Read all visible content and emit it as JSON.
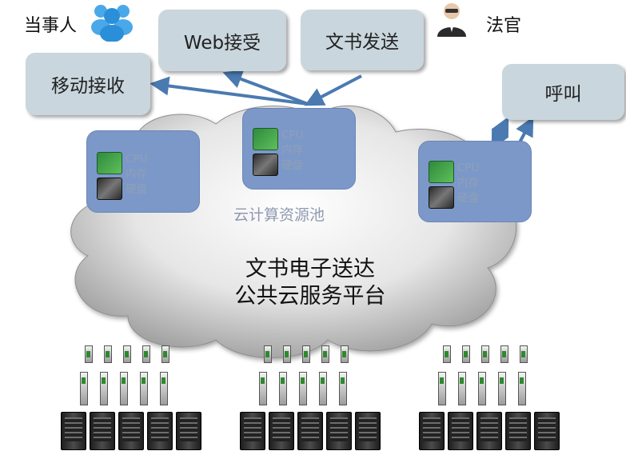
{
  "roles": {
    "party_label": "当事人",
    "judge_label": "法官"
  },
  "services": {
    "mobile": "移动接收",
    "web": "Web接受",
    "document": "文书发送",
    "call": "呼叫"
  },
  "pool": {
    "cpu": "CPU",
    "memory": "内存",
    "disk": "硬盘",
    "title": "云计算资源池"
  },
  "platform": {
    "line1": "文书电子送达",
    "line2": "公共云服务平台"
  },
  "colors": {
    "service_box": "#c9d6dd",
    "pool_box": "#7c98c8",
    "arrow": "#4a7ab0"
  }
}
